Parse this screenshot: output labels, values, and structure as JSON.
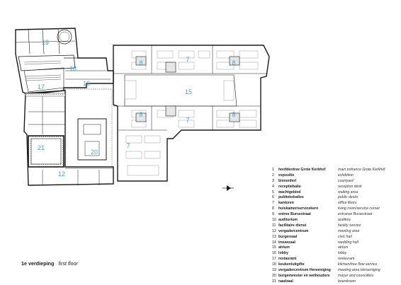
{
  "caption": {
    "nl": "1e verdieping",
    "en": "first floor"
  },
  "legend": [
    {
      "num": "1",
      "nl": "hoofdentree Grote Kerkhof",
      "en": "main entrance Grote Kerkhof"
    },
    {
      "num": "2",
      "nl": "expositie",
      "en": "exhibition"
    },
    {
      "num": "3",
      "nl": "binnenhof",
      "en": "courtyard"
    },
    {
      "num": "4",
      "nl": "receptiebalie",
      "en": "reception desk"
    },
    {
      "num": "5",
      "nl": "wachtgebied",
      "en": "waiting area"
    },
    {
      "num": "6",
      "nl": "publieksbalies",
      "en": "public desks"
    },
    {
      "num": "7",
      "nl": "kantoren",
      "en": "office floors"
    },
    {
      "num": "8",
      "nl": "huiskamer/servicekern",
      "en": "living room/service corner"
    },
    {
      "num": "9",
      "nl": "entree Bursestraat",
      "en": "entrance Bursestraat"
    },
    {
      "num": "10",
      "nl": "auditorium",
      "en": "auditory"
    },
    {
      "num": "11",
      "nl": "facilitaire dienst",
      "en": "facility service"
    },
    {
      "num": "12",
      "nl": "vergadercentrum",
      "en": "meeting area"
    },
    {
      "num": "13",
      "nl": "burgerzaal",
      "en": "civic hall"
    },
    {
      "num": "14",
      "nl": "trouwzaal",
      "en": "wedding hall"
    },
    {
      "num": "15",
      "nl": "atrium",
      "en": "atrium"
    },
    {
      "num": "16",
      "nl": "lobby",
      "en": "lobby"
    },
    {
      "num": "17",
      "nl": "restaurant",
      "en": "restaurant"
    },
    {
      "num": "18",
      "nl": "keuken/uitgifte",
      "en": "kitchen/free flow service"
    },
    {
      "num": "19",
      "nl": "vergadercentrum Hereeniging",
      "en": "meeting area Hereeniging"
    },
    {
      "num": "20",
      "nl": "burgemeester en wethouders",
      "en": "mayor and councillers"
    },
    {
      "num": "21",
      "nl": "raadzaal",
      "en": "boardroom"
    }
  ],
  "room_labels": [
    {
      "id": "19",
      "text": "19"
    },
    {
      "id": "18",
      "text": "18"
    },
    {
      "id": "17",
      "text": "17"
    },
    {
      "id": "16",
      "text": "16"
    },
    {
      "id": "15",
      "text": "15"
    },
    {
      "id": "7a",
      "text": "7"
    },
    {
      "id": "7b",
      "text": "7"
    },
    {
      "id": "7c",
      "text": "7"
    },
    {
      "id": "8a",
      "text": "8"
    },
    {
      "id": "8b",
      "text": "8"
    },
    {
      "id": "8c",
      "text": "8"
    },
    {
      "id": "8d",
      "text": "8"
    },
    {
      "id": "21",
      "text": "21"
    },
    {
      "id": "20",
      "text": "20"
    },
    {
      "id": "12",
      "text": "12"
    }
  ],
  "colors": {
    "wall": "#1a1a1a",
    "label": "#3fa7d6",
    "furniture": "#9a9a9a"
  }
}
